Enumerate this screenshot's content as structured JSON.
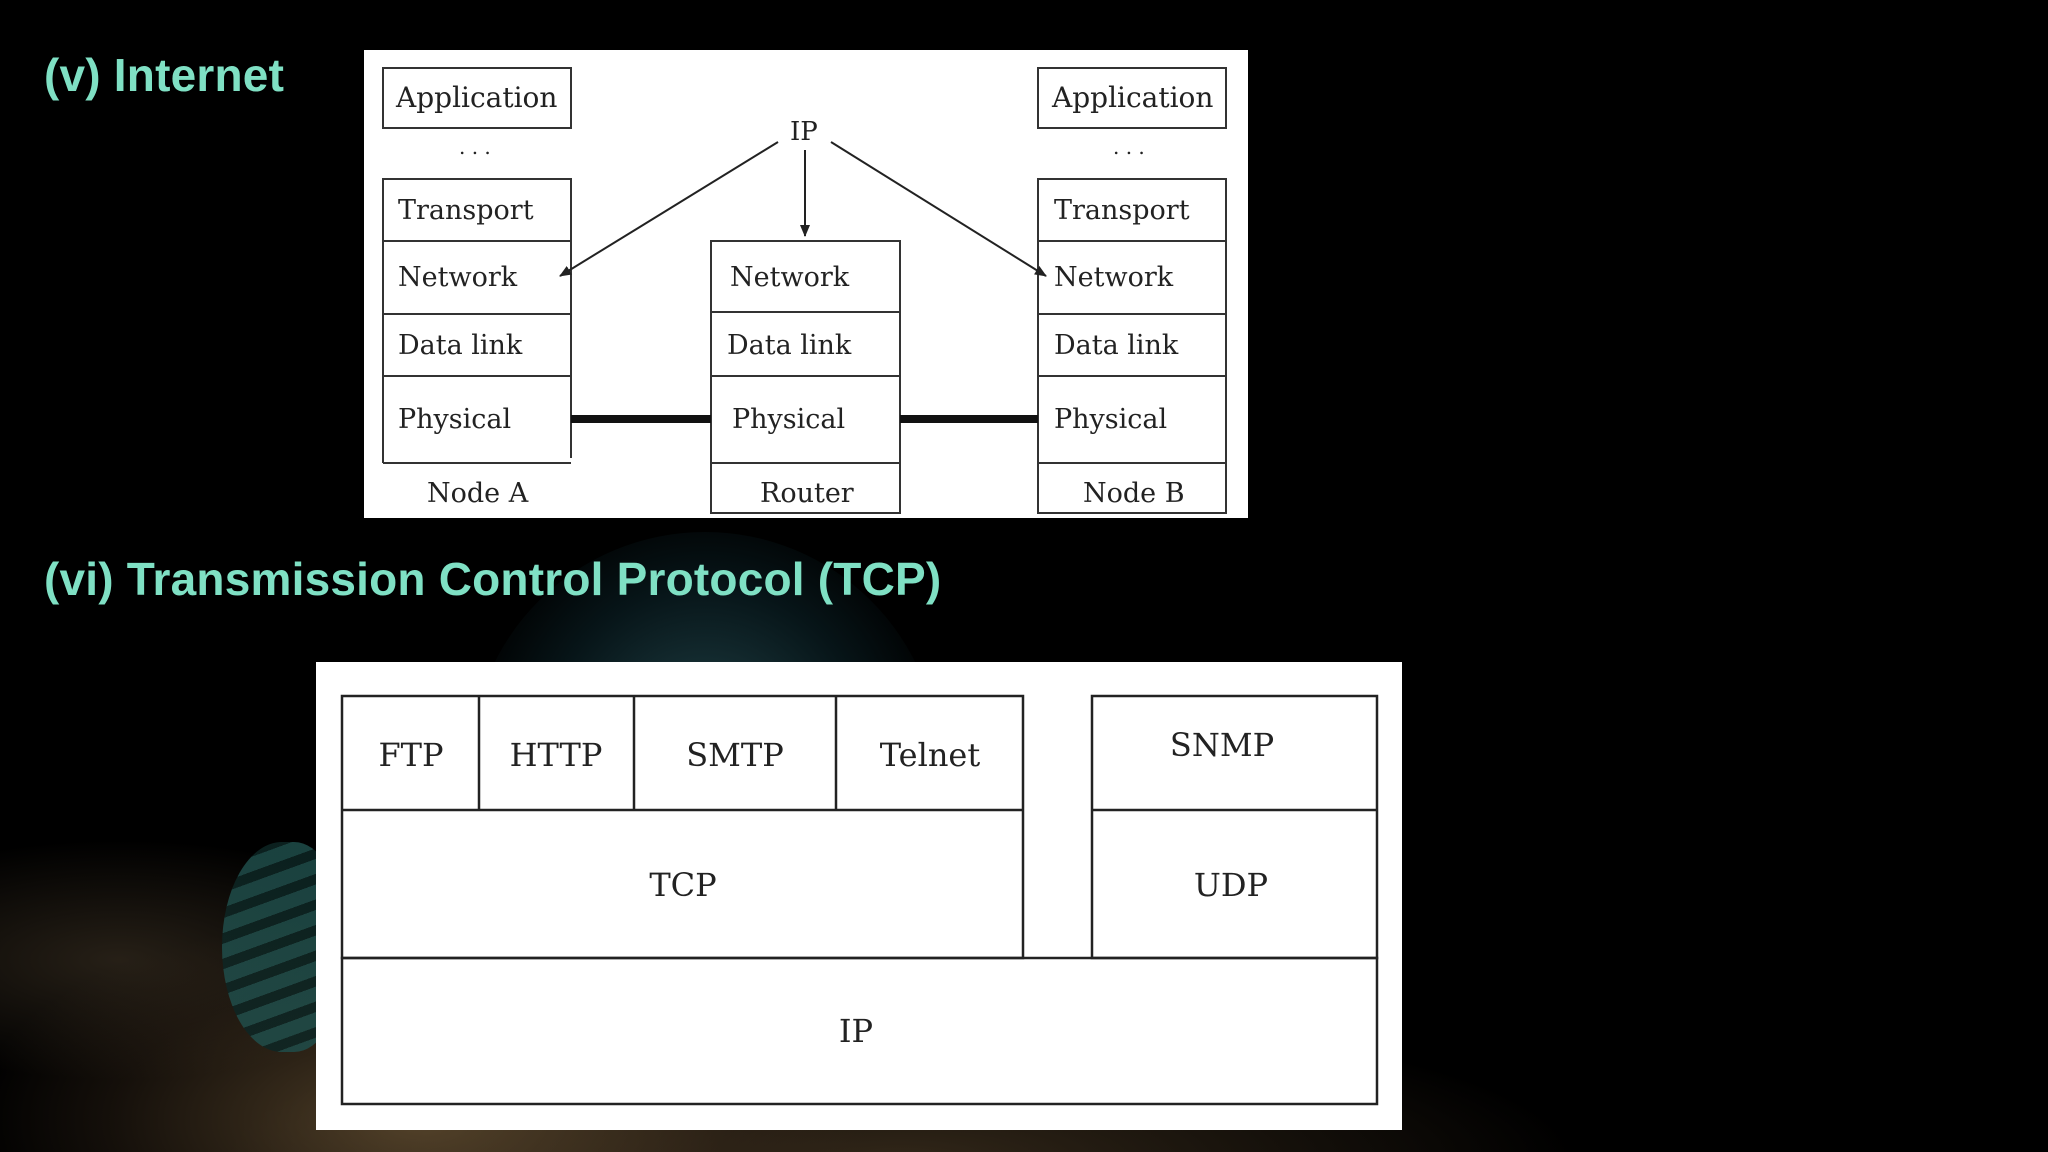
{
  "sections": {
    "internet_heading": "(v) Internet",
    "tcp_heading": "(vi) Transmission Control Protocol (TCP)"
  },
  "internet_diagram": {
    "ip_label": "IP",
    "ellipsis": ". . .",
    "node_a": {
      "application": "Application",
      "transport": "Transport",
      "network": "Network",
      "data_link": "Data link",
      "physical": "Physical",
      "caption": "Node A"
    },
    "router": {
      "network": "Network",
      "data_link": "Data link",
      "physical": "Physical",
      "caption": "Router"
    },
    "node_b": {
      "application": "Application",
      "transport": "Transport",
      "network": "Network",
      "data_link": "Data link",
      "physical": "Physical",
      "caption": "Node B"
    }
  },
  "tcp_diagram": {
    "ftp": "FTP",
    "http": "HTTP",
    "smtp": "SMTP",
    "telnet": "Telnet",
    "snmp": "SNMP",
    "tcp": "TCP",
    "udp": "UDP",
    "ip": "IP"
  }
}
